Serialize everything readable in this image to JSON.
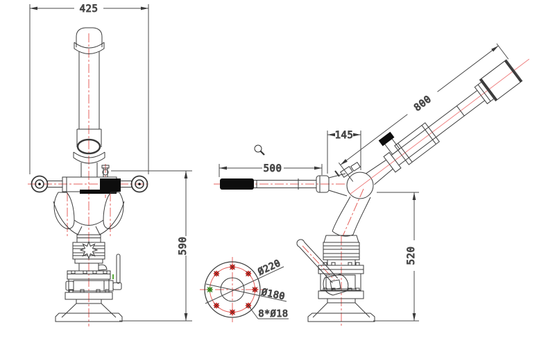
{
  "drawing": {
    "colors": {
      "line": "#3a3a3a",
      "dimension_line": "#4a4a4a",
      "centerline_red": "#e4615c",
      "barrel_axis_red": "#ef8383",
      "bolt_red": "#da3832",
      "bolt_highlight_green": "#58a839",
      "solid_fill_black": "#0d0d0d",
      "background": "#ffffff"
    },
    "views": {
      "front": {
        "width_mm": "425",
        "height_mm": "590"
      },
      "side": {
        "handle_length_mm": "500",
        "pivot_offset_mm": "145",
        "barrel_length_mm": "800",
        "base_height_mm": "520"
      },
      "flange": {
        "outer_diameter": "Ø220",
        "bolt_circle": "Ø180",
        "bolt_holes": "8*Ø18"
      }
    },
    "icons": {
      "cursor": "magnifier-icon"
    }
  }
}
